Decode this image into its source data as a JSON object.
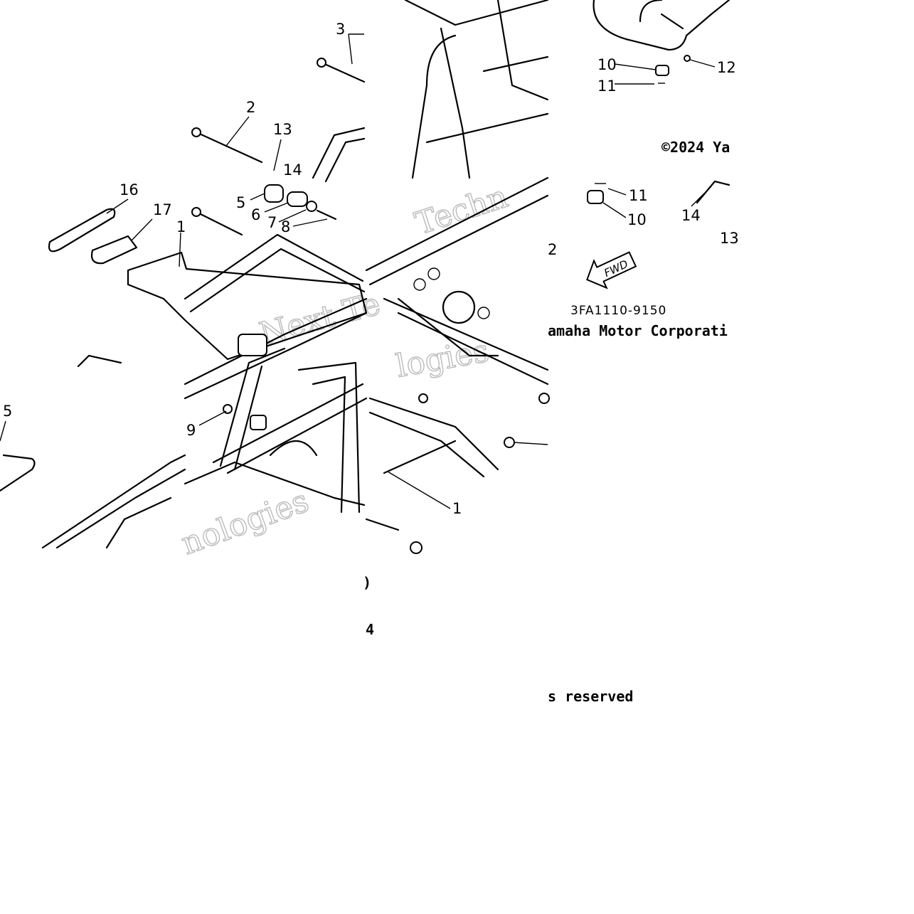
{
  "diagram": {
    "callouts": {
      "c1a": "1",
      "c1b": "1",
      "c2a": "2",
      "c2b": "2",
      "c3": "3",
      "c4": "4",
      "c5a": "5",
      "c5b": "5",
      "c6": "6",
      "c7": "7",
      "c8": "8",
      "c9": "9",
      "c10a": "10",
      "c10b": "10",
      "c11a": "11",
      "c11b": "11",
      "c12": "12",
      "c13a": "13",
      "c13b": "13",
      "c14a": "14",
      "c14b": "14",
      "c16": "16",
      "c17": "17"
    },
    "fwd_arrow": "FWD",
    "part_number": "3FA1110-9150",
    "copyright_top": "©2024 Ya",
    "copyright_middle": "amaha Motor Corporati",
    "copyright_bottom": "s reserved",
    "watermark_1": "Techn",
    "watermark_2": "Next Te",
    "watermark_3": "logies",
    "watermark_4": "nologies",
    "colors": {
      "ink": "#000000",
      "background": "#ffffff",
      "watermark": "#bbbbbb"
    }
  }
}
